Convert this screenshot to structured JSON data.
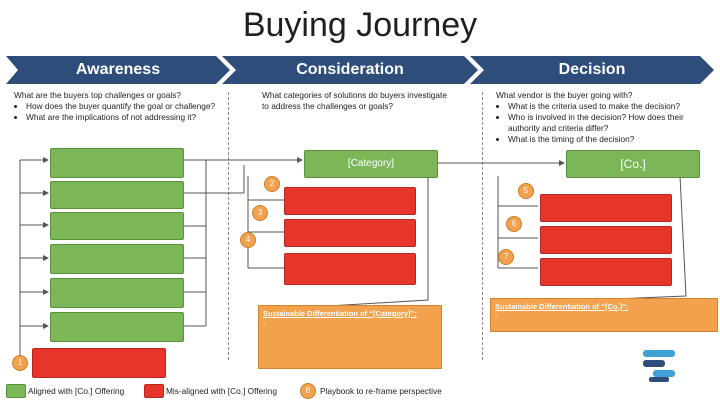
{
  "title": "Buying Journey",
  "stages": [
    {
      "label": "Awareness"
    },
    {
      "label": "Consideration"
    },
    {
      "label": "Decision"
    }
  ],
  "awareness": {
    "question": "What are the buyers top challenges or goals?",
    "bullets": [
      "How does the buyer quantify the goal or challenge?",
      "What are the implications of not addressing it?"
    ]
  },
  "consideration": {
    "question": "What categories of solutions do buyers investigate to address the challenges or goals?",
    "category_label": "[Category]",
    "diff_title": "Sustainable Differentiation of “[Category]”:",
    "diff_body": "-"
  },
  "decision": {
    "question": "What vendor is the buyer going with?",
    "bullets": [
      "What is the criteria used to make the decision?",
      "Who is involved in the decision?  How does their authority and criteria differ?",
      "What is the timing of the decision?"
    ],
    "vendor_label": "[Co.]",
    "diff_title": "Sustainable Differentiation of “[Co.]”:",
    "diff_body": "-"
  },
  "badges": [
    "1",
    "2",
    "3",
    "4",
    "5",
    "6",
    "7"
  ],
  "legend": {
    "aligned": "Aligned with [Co.] Offering",
    "misaligned": "Mis-aligned with [Co.] Offering",
    "badge_number": "8",
    "playbook": "Playbook to re-frame perspective"
  },
  "colors": {
    "chevron": "#2e4d7b",
    "aligned": "#7cb757",
    "misaligned": "#e8352b",
    "playbook": "#f2a14c"
  }
}
